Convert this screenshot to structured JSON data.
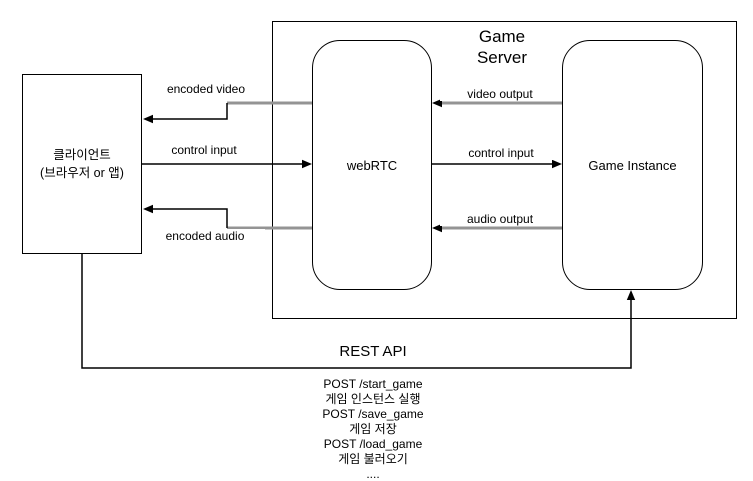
{
  "colors": {
    "black": "#000000",
    "gray": "#949494",
    "background": "#ffffff"
  },
  "nodes": {
    "client": {
      "line1": "클라이언트",
      "line2": "(브라우저 or 앱)"
    },
    "game_server": {
      "line1": "Game",
      "line2": "Server"
    },
    "webrtc": {
      "label": "webRTC"
    },
    "game_instance": {
      "label": "Game Instance"
    }
  },
  "edges": {
    "encoded_video": {
      "label": "encoded video"
    },
    "control_input_client": {
      "label": "control input"
    },
    "encoded_audio": {
      "label": "encoded audio"
    },
    "video_output": {
      "label": "video output"
    },
    "control_input_instance": {
      "label": "control input"
    },
    "audio_output": {
      "label": "audio output"
    },
    "rest_api": {
      "label": "REST API"
    }
  },
  "rest_api_detail": {
    "lines": [
      "POST /start_game",
      "게임 인스턴스 실행",
      "POST /save_game",
      "게임 저장",
      "POST /load_game",
      "게임 불러오기",
      "...."
    ]
  }
}
